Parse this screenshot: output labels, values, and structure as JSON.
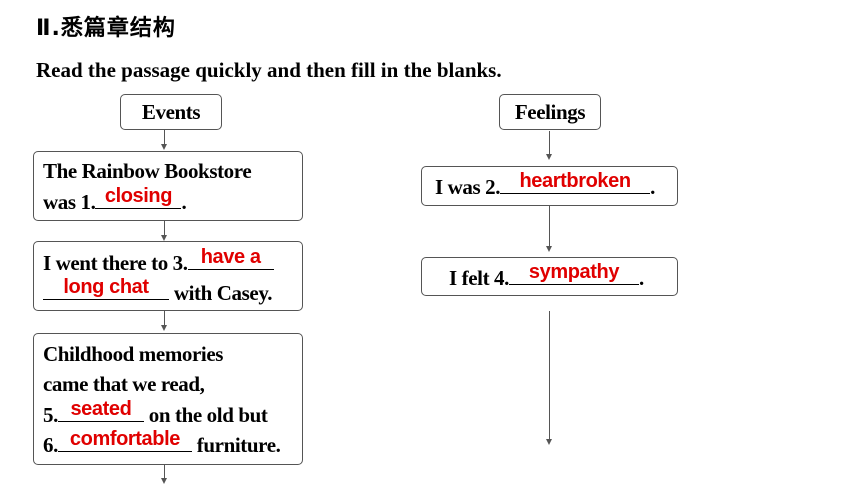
{
  "title": "Ⅱ.悉篇章结构",
  "instruction": "Read the passage quickly and then fill in the blanks.",
  "events_header": "Events",
  "feelings_header": "Feelings",
  "event1": {
    "line1": "The Rainbow Bookstore",
    "prefix": "was 1.",
    "answer": "closing",
    "suffix": "."
  },
  "event2": {
    "prefix": "I went there to 3.",
    "answer_a": "have a",
    "answer_b": "long chat",
    "suffix": " with Casey."
  },
  "event3": {
    "line1": "Childhood memories",
    "line2": "came that we read,",
    "prefix3": "5.",
    "answer3": "seated",
    "suffix3": " on the old but",
    "prefix4": "6.",
    "answer4": "comfortable",
    "suffix4": " furniture."
  },
  "feeling1": {
    "prefix": "I was 2.",
    "answer": "heartbroken",
    "suffix": "."
  },
  "feeling2": {
    "prefix": "I felt 4.",
    "answer": "sympathy",
    "suffix": "."
  },
  "colors": {
    "answer": "#e00000",
    "border": "#555555"
  }
}
